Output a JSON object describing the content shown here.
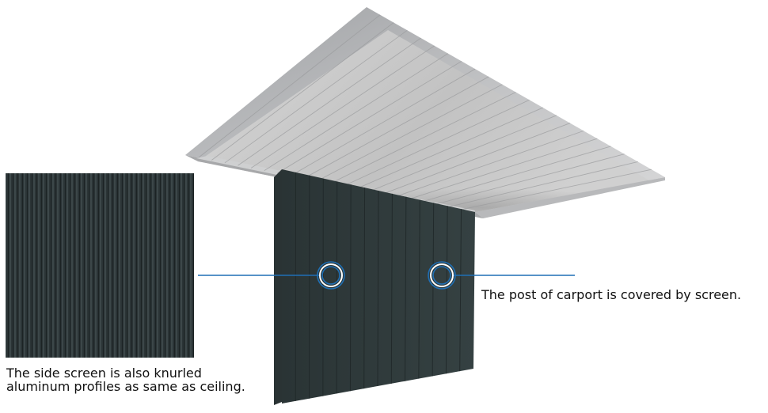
{
  "captions": {
    "side_screen_line1": "The side screen is also knurled",
    "side_screen_line2": "aluminum profiles as same as ceiling.",
    "post_covered": "The post of carport is covered by screen."
  },
  "colors": {
    "roof_top": "#bfc0c2",
    "roof_underside": "#c9c9c9",
    "screen_panel": "#2f3a3b",
    "screen_edge": "#2a3334",
    "swatch_dark": "#2d3638",
    "callout_line": "#1f6fb5"
  }
}
